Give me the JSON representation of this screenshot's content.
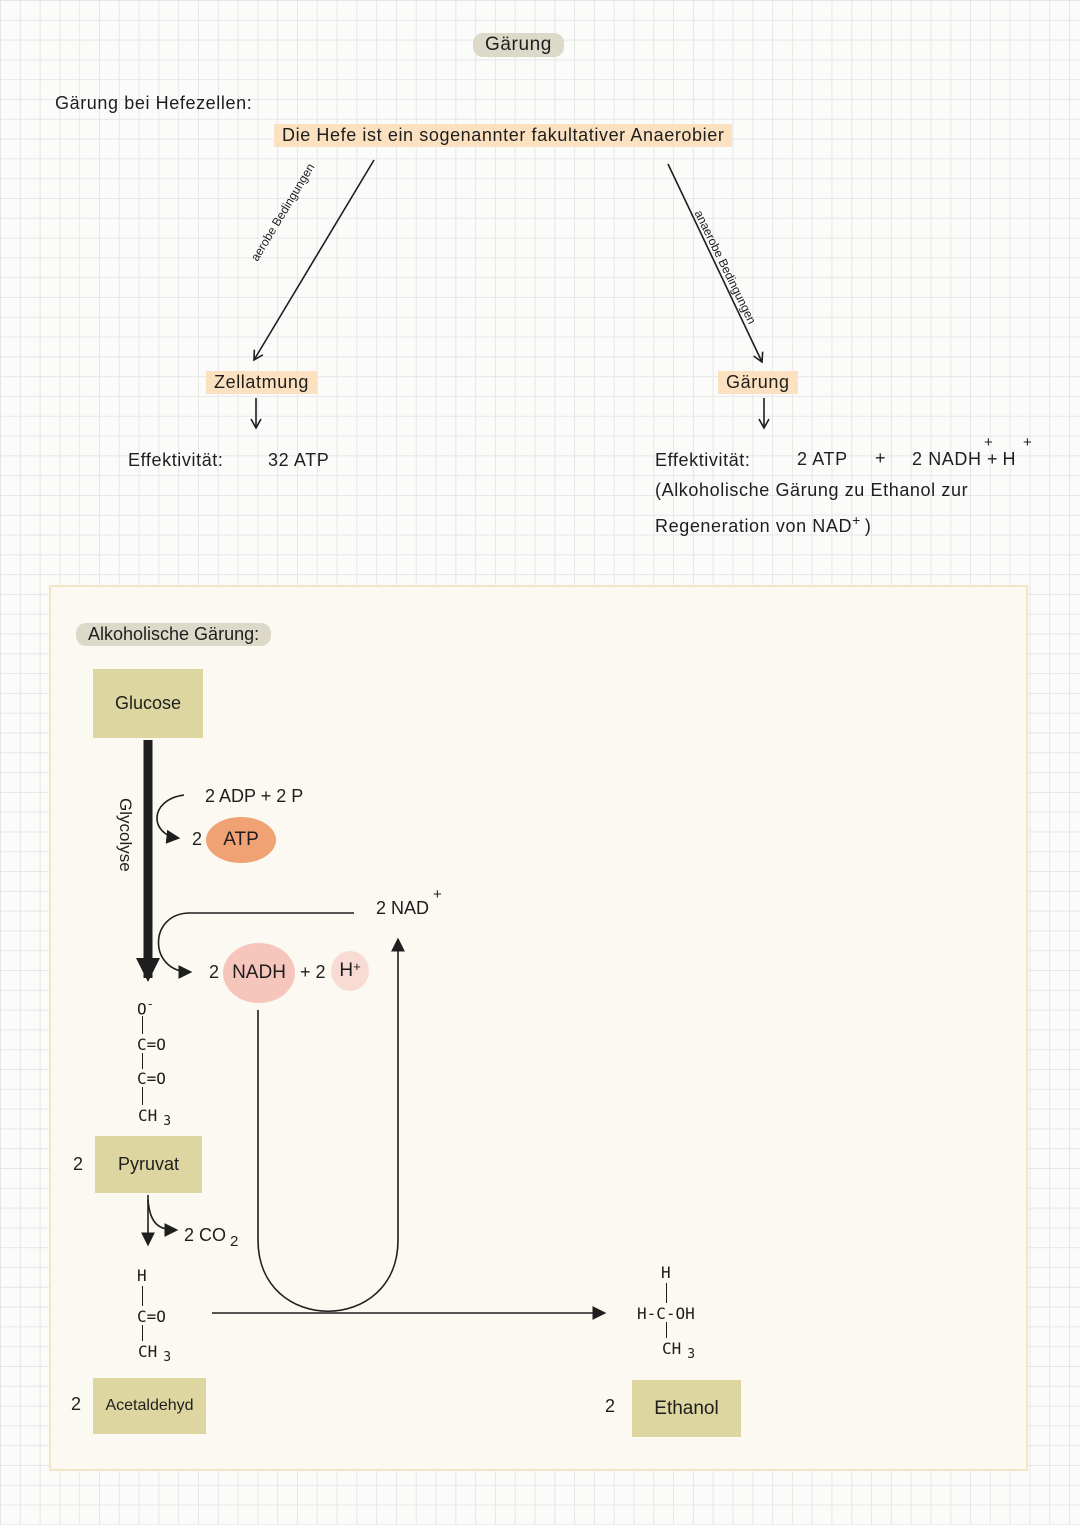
{
  "header": {
    "title": "Gärung"
  },
  "intro": {
    "section_label": "Gärung bei Hefezellen:",
    "statement": "Die Hefe ist ein sogenannter fakultativer Anaerobier"
  },
  "branches": {
    "aerobic": {
      "condition": "aerobe Bedingungen",
      "result": "Zellatmung",
      "effectivity_label": "Effektivität:",
      "effectivity_value": "32 ATP"
    },
    "anaerobic": {
      "condition": "anaerobe Bedingungen",
      "result": "Gärung",
      "effectivity_label": "Effektivität:",
      "atp": "2 ATP",
      "plus": "+",
      "nadh": "2 NADH",
      "nadh_charge": "+",
      "plus_h": "+ H",
      "h_charge": "+",
      "note_line1": "(Alkoholische Gärung zu Ethanol zur",
      "note_line2_prefix": "Regeneration von NAD",
      "note_line2_charge": "+",
      "note_line2_suffix": ")"
    }
  },
  "pathway": {
    "title": "Alkoholische Gärung:",
    "glucose": "Glucose",
    "glycolysis": "Glycolyse",
    "adp": "2 ADP + 2 P",
    "atp_coef": "2",
    "atp": "ATP",
    "nad": "2 NAD",
    "nad_charge": "+",
    "nadh_coef": "2",
    "nadh": "NADH",
    "h_prefix": "+ 2",
    "h": "H",
    "h_charge": "+",
    "pyruvate_formula": {
      "o": "O",
      "o_charge": "-",
      "line1": "C=O",
      "line2": "C=O",
      "ch": "CH",
      "sub": "3"
    },
    "pyruvate_coef": "2",
    "pyruvate": "Pyruvat",
    "co2": "2 CO",
    "co2_sub": "2",
    "acetaldehyde_formula": {
      "h": "H",
      "line1": "C=O",
      "ch": "CH",
      "sub": "3"
    },
    "acetaldehyde_coef": "2",
    "acetaldehyde": "Acetaldehyd",
    "ethanol_formula": {
      "h": "H",
      "line1": "H-C-OH",
      "ch": "CH",
      "sub": "3"
    },
    "ethanol_coef": "2",
    "ethanol": "Ethanol"
  },
  "colors": {
    "box": "#ddd6a0",
    "atp_circle": "#f0a274",
    "nadh_circle": "#f6c5bb",
    "h_circle": "#f8dcd3",
    "panel": "#fbf9f2",
    "highlight_grey": "#dcd9c8",
    "highlight_peach": "#fbe1c0"
  }
}
